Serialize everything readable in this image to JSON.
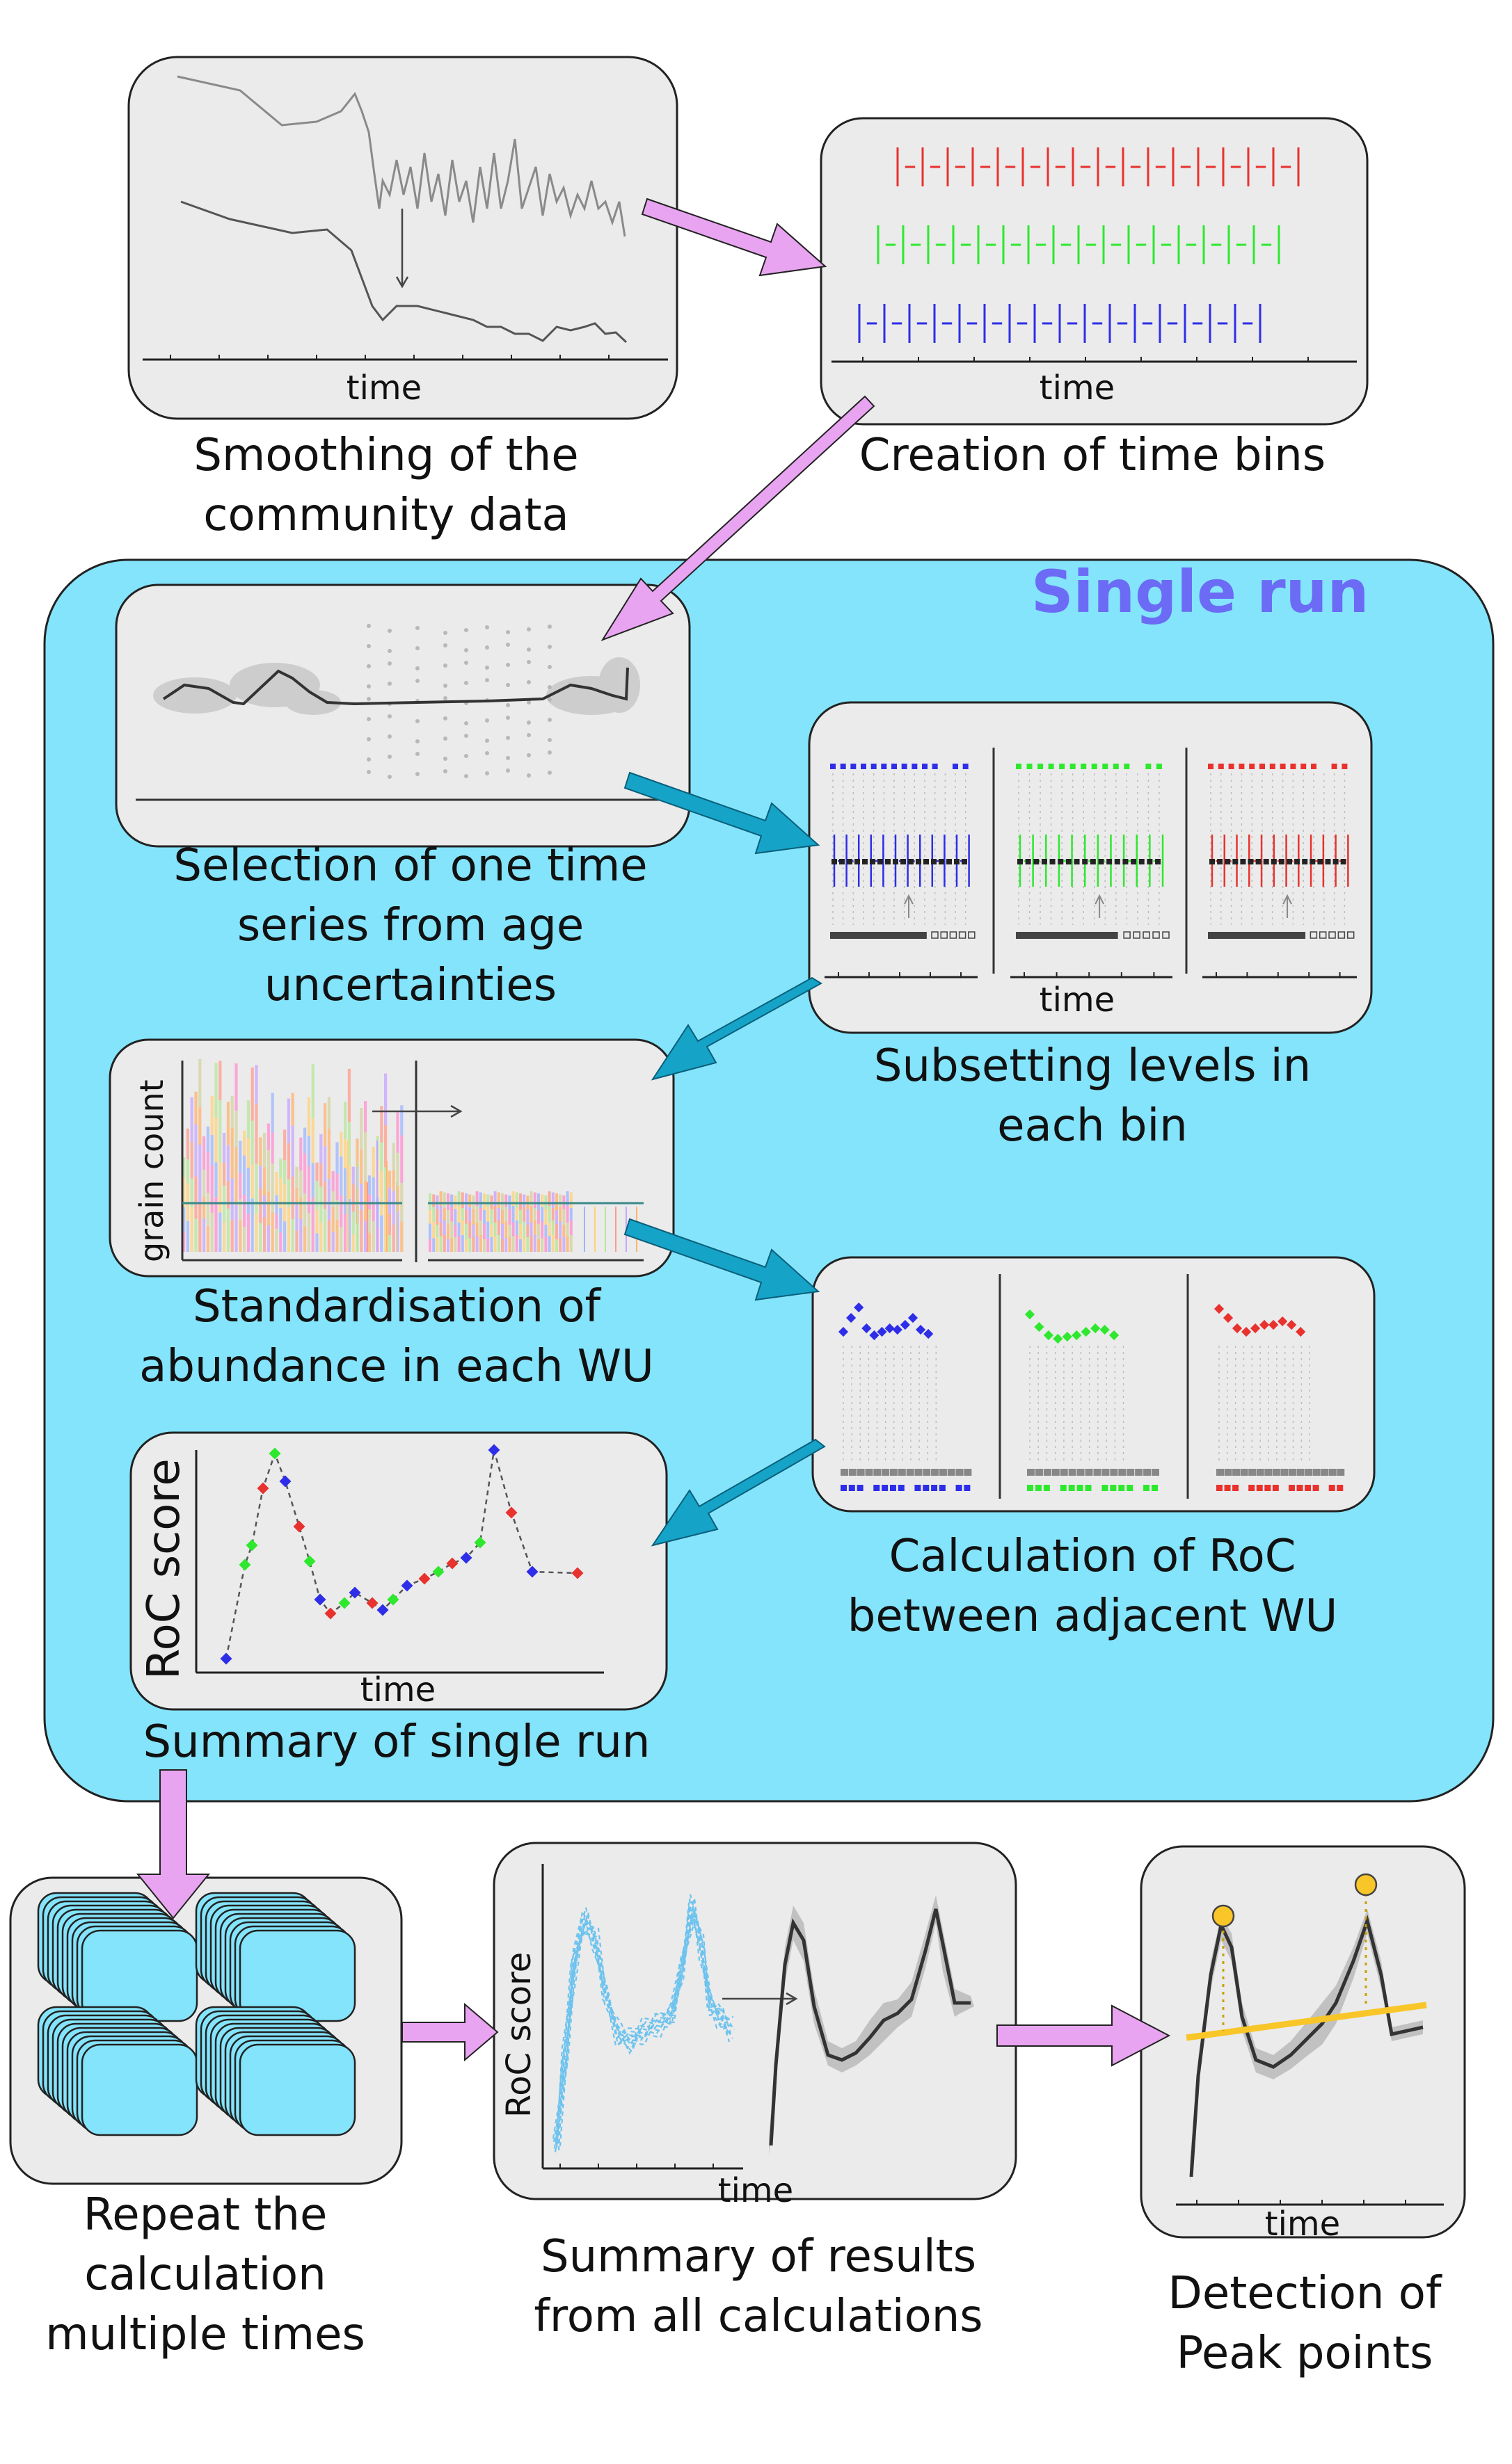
{
  "single_run": {
    "title": "Single run"
  },
  "panels": {
    "smoothing": {
      "caption": [
        "Smoothing of the",
        "community data"
      ],
      "xlabel": "time"
    },
    "time_bins": {
      "caption": [
        "Creation of time bins"
      ],
      "xlabel": "time"
    },
    "selection": {
      "caption": [
        "Selection of one time",
        "series from age",
        "uncertainties"
      ]
    },
    "subsetting": {
      "caption": [
        "Subsetting levels in",
        "each bin"
      ],
      "xlabel": "time"
    },
    "standardisation": {
      "caption": [
        "Standardisation of",
        "abundance in each WU"
      ],
      "ylabel": "grain count"
    },
    "calculation": {
      "caption": [
        "Calculation of RoC",
        "between adjacent WU"
      ]
    },
    "summary_single": {
      "caption": [
        "Summary of single run"
      ],
      "xlabel": "time",
      "ylabel": "RoC score"
    },
    "repeat": {
      "caption": [
        "Repeat the",
        "calculation",
        "multiple times"
      ]
    },
    "summary_all": {
      "caption": [
        "Summary of results",
        "from all calculations"
      ],
      "xlabel": "time",
      "ylabel": "RoC score"
    },
    "peaks": {
      "caption": [
        "Detection of",
        "Peak points"
      ],
      "xlabel": "time"
    }
  },
  "colors": {
    "single_run_bg": "#84e4fc",
    "panel_bg": "#ebebeb",
    "pink_arrow": "#e8a4f0",
    "blue_arrow": "#16a3c8",
    "bin_red": "#e8322e",
    "bin_green": "#2ee82e",
    "bin_blue": "#2e2ee8",
    "peak_yellow": "#f8c628"
  }
}
